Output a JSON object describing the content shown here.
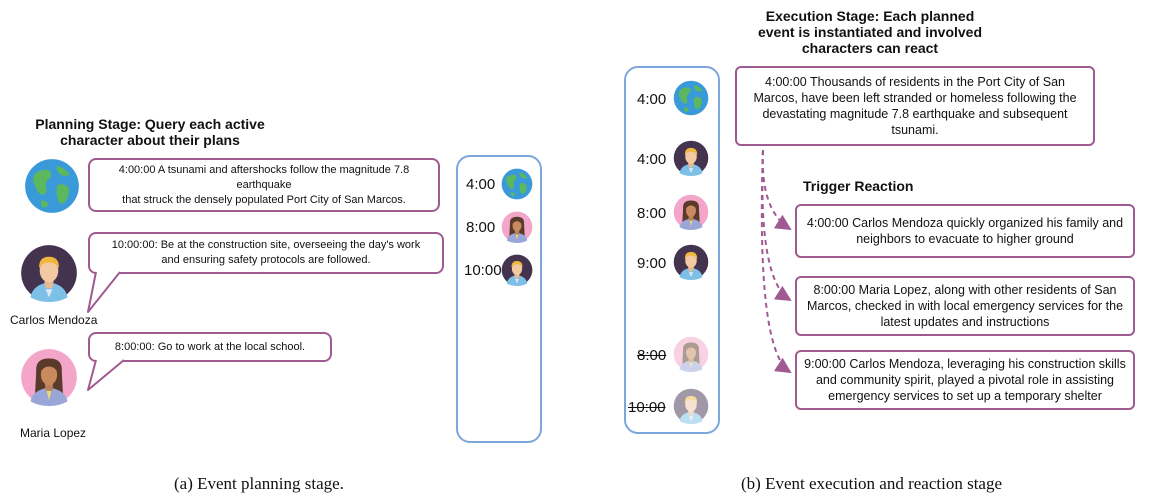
{
  "planning": {
    "title": "Planning Stage: Query each active character about their plans",
    "title_line1": "Planning Stage: Query each active",
    "title_line2": "character about their plans",
    "bubbles": [
      {
        "line1": "4:00:00 A tsunami and aftershocks follow the magnitude 7.8 earthquake",
        "line2": "that struck the densely populated Port City of San Marcos."
      },
      {
        "line1": "10:00:00: Be at the construction site, overseeing the day's work",
        "line2": "and ensuring safety protocols are followed."
      },
      {
        "line1": "8:00:00: Go to work at the local school.",
        "line2": ""
      }
    ],
    "names": {
      "carlos": "Carlos Mendoza",
      "maria": "Maria Lopez"
    },
    "timeline": [
      "4:00",
      "8:00",
      "10:00"
    ]
  },
  "execution": {
    "title_line1": "Execution Stage: Each planned",
    "title_line2": "event is instantiated and involved",
    "title_line3": "characters can react",
    "event": {
      "line1": "4:00:00    Thousands of residents in the Port City of San",
      "line2": "Marcos, have been left stranded or homeless following the",
      "line3": "devastating magnitude 7.8 earthquake and subsequent",
      "line4": "tsunami."
    },
    "trigger_label": "Trigger Reaction",
    "reactions": [
      {
        "line1": "4:00:00  Carlos Mendoza quickly organized his family and",
        "line2": "neighbors to evacuate to higher ground",
        "line3": ""
      },
      {
        "line1": "8:00:00  Maria Lopez, along with other residents of San",
        "line2": "Marcos, checked in with local emergency services for the",
        "line3": "latest updates and instructions"
      },
      {
        "line1": "9:00:00 Carlos Mendoza, leveraging his construction skills",
        "line2": "and community spirit, played a pivotal role in assisting",
        "line3": "emergency services to set up a temporary shelter"
      }
    ],
    "timeline": [
      "4:00",
      "4:00",
      "8:00",
      "9:00",
      "8:00",
      "10:00"
    ]
  },
  "captions": {
    "a": "(a) Event planning stage.",
    "b": "(b) Event execution and reaction stage"
  },
  "colors": {
    "bubble_border": "#a05a92",
    "timeline_border": "#7da6dc",
    "arrow": "#a05a92",
    "earth_ocean": "#3a9ad9",
    "earth_land": "#5cb85c"
  },
  "icons": [
    "earth-icon",
    "man-avatar-icon",
    "woman-avatar-icon"
  ]
}
